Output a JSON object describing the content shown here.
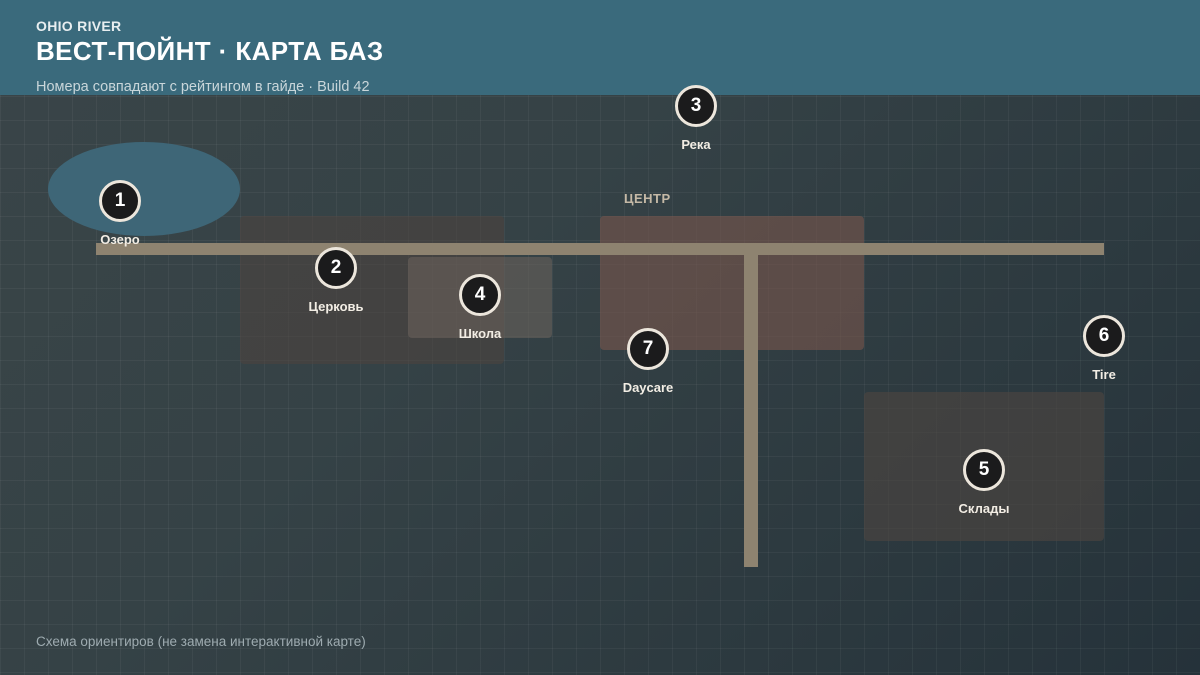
{
  "header": {
    "eyebrow": "OHIO RIVER",
    "title": "ВЕСТ-ПОЙНТ · КАРТА БАЗ",
    "subtitle": "Номера совпадают с рейтингом в гайде · Build 42"
  },
  "map": {
    "area_label": "ЦЕНТР",
    "markers": [
      {
        "number": "1",
        "name": "Озеро"
      },
      {
        "number": "2",
        "name": "Церковь"
      },
      {
        "number": "3",
        "name": "Река"
      },
      {
        "number": "4",
        "name": "Школа"
      },
      {
        "number": "5",
        "name": "Склады"
      },
      {
        "number": "6",
        "name": "Tire"
      },
      {
        "number": "7",
        "name": "Daycare"
      }
    ]
  },
  "footer": {
    "note": "Схема ориентиров (не замена интерактивной карте)"
  },
  "colors": {
    "header_bg": "#3a6a7c",
    "lake": "#3e6677",
    "road": "#8e8370",
    "marker_fill": "#1b1b1c",
    "marker_ring": "#ece6dc"
  }
}
